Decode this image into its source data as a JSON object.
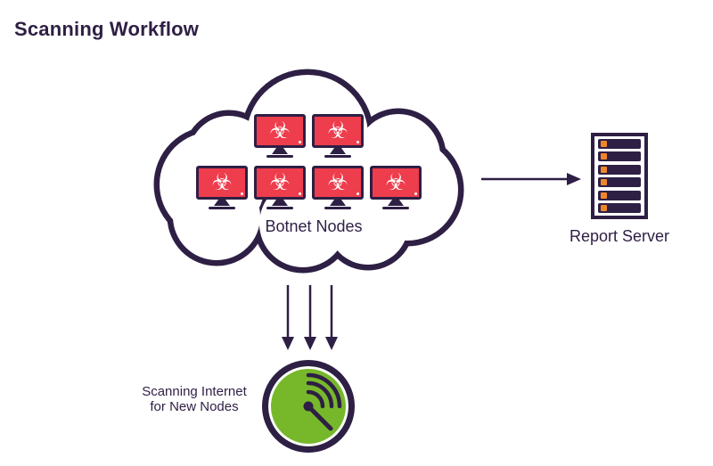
{
  "title": "Scanning Workflow",
  "cloud": {
    "label": "Botnet Nodes",
    "monitor_count": 6
  },
  "monitors": {
    "glyph": "☣",
    "icon": "biohazard-icon"
  },
  "server": {
    "label": "Report Server",
    "slot_count": 6
  },
  "scanner": {
    "label_line1": "Scanning Internet",
    "label_line2": "for New Nodes"
  },
  "arrows": {
    "cloud_to_server_count": 1,
    "cloud_to_scanner_count": 3
  },
  "colors": {
    "purple": "#2e1f44",
    "red": "#ee3d4d",
    "green": "#77b82b",
    "orange": "#ef8728",
    "background": "#ffffff"
  }
}
